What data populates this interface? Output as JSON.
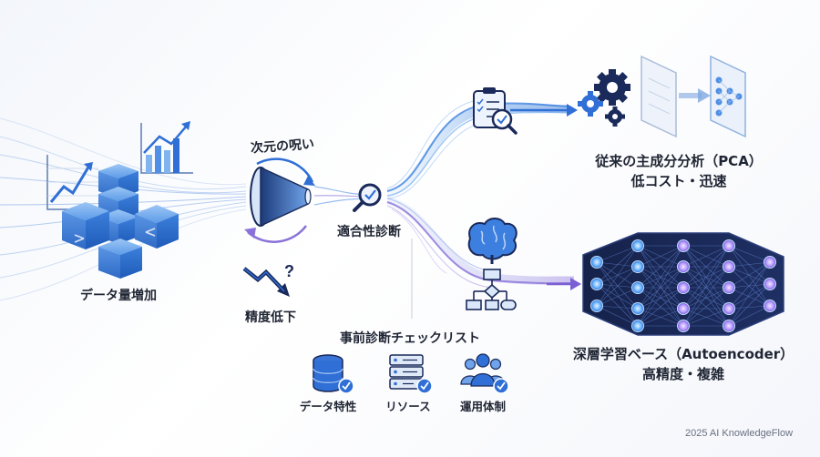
{
  "labels": {
    "data_growth": "データ量増加",
    "curse": "次元の呪い",
    "precision_drop": "精度低下",
    "suitability": "適合性診断",
    "checklist_title": "事前診断チェックリスト",
    "checklist_items": [
      "データ特性",
      "リソース",
      "運用体制"
    ]
  },
  "methods": {
    "pca": {
      "title": "従来の主成分分析（PCA）",
      "subtitle": "低コスト・迅速"
    },
    "autoencoder": {
      "title": "深層学習ベース（Autoencoder）",
      "subtitle": "高精度・複雑"
    }
  },
  "footer": "2025 AI KnowledgeFlow",
  "icons": {
    "cubes": "data-cubes-icon",
    "funnel": "funnel-icon",
    "magnifier": "magnifier-check-icon",
    "clipboard": "clipboard-check-icon",
    "gears": "gears-icon",
    "brain": "brain-icon",
    "flowchart": "flowchart-icon",
    "neural_net": "neural-network-icon",
    "database": "database-check-icon",
    "server": "server-check-icon",
    "team": "team-check-icon",
    "trend_down": "trend-down-question-icon"
  },
  "colors": {
    "blue": "#2f6fd6",
    "light_blue": "#7fb4ef",
    "purple": "#8a72d9",
    "navy": "#1a2a5a"
  }
}
